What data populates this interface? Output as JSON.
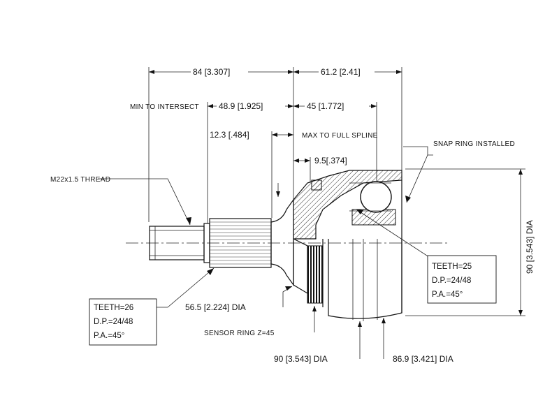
{
  "dimensions": {
    "d84": "84 [3.307]",
    "d612": "61.2 [2.41]",
    "min_intersect": "MIN TO INTERSECT",
    "d489": "48.9 [1.925]",
    "d45": "45 [1.772]",
    "d123": "12.3 [.484]",
    "max_spline": "MAX TO FULL SPLINE",
    "d95": "9.5[.374]",
    "snap_ring": "SNAP RING INSTALLED",
    "thread": "M22x1.5 THREAD",
    "dia90_right": "90 [3.543] DIA",
    "dia565": "56.5 [2.224] DIA",
    "sensor_ring": "SENSOR RING Z=45",
    "dia90_bottom": "90 [3.543] DIA",
    "dia869": "86.9 [3.421] DIA"
  },
  "spline_left": {
    "teeth": "TEETH=26",
    "dp": "D.P.=24/48",
    "pa": "P.A.=45°"
  },
  "spline_right": {
    "teeth": "TEETH=25",
    "dp": "D.P.=24/48",
    "pa": "P.A.=45°"
  }
}
